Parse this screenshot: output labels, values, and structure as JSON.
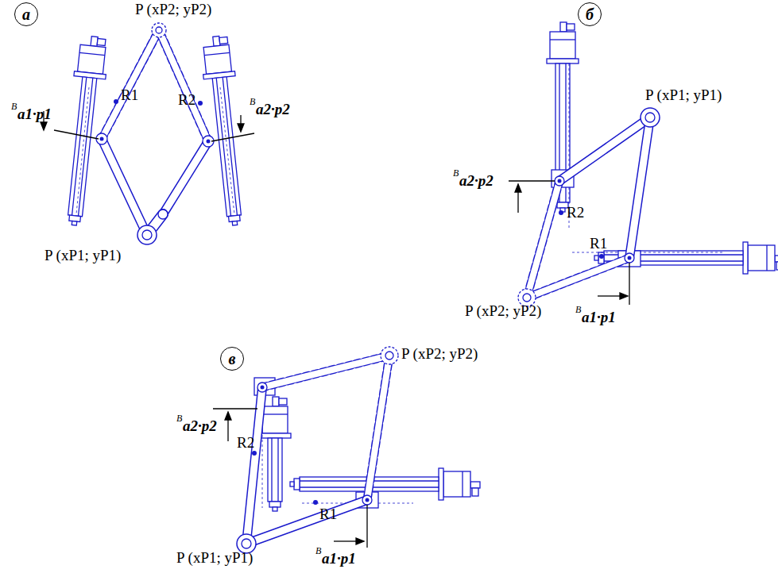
{
  "diagram": {
    "nodes": [
      {
        "text": [
          "а"
        ]
      },
      {
        "text": [
          "б"
        ]
      },
      {
        "text": [
          "в"
        ]
      }
    ],
    "labels": [
      "P (xP2; yP2)",
      "R1",
      "R2",
      "B",
      "a1·p1",
      "B",
      "a2·p2",
      "P (xP1; yP1)",
      "P (xP1; yP1)",
      "B",
      "a2·p2",
      "R2",
      "R1",
      "P (xP2; yP2)",
      "B",
      "a1·p1",
      "P (xP2; yP2)",
      "B",
      "a2·p2",
      "R2",
      "R1",
      "P (xP1; yP1)",
      "B",
      "a1·p1"
    ]
  }
}
